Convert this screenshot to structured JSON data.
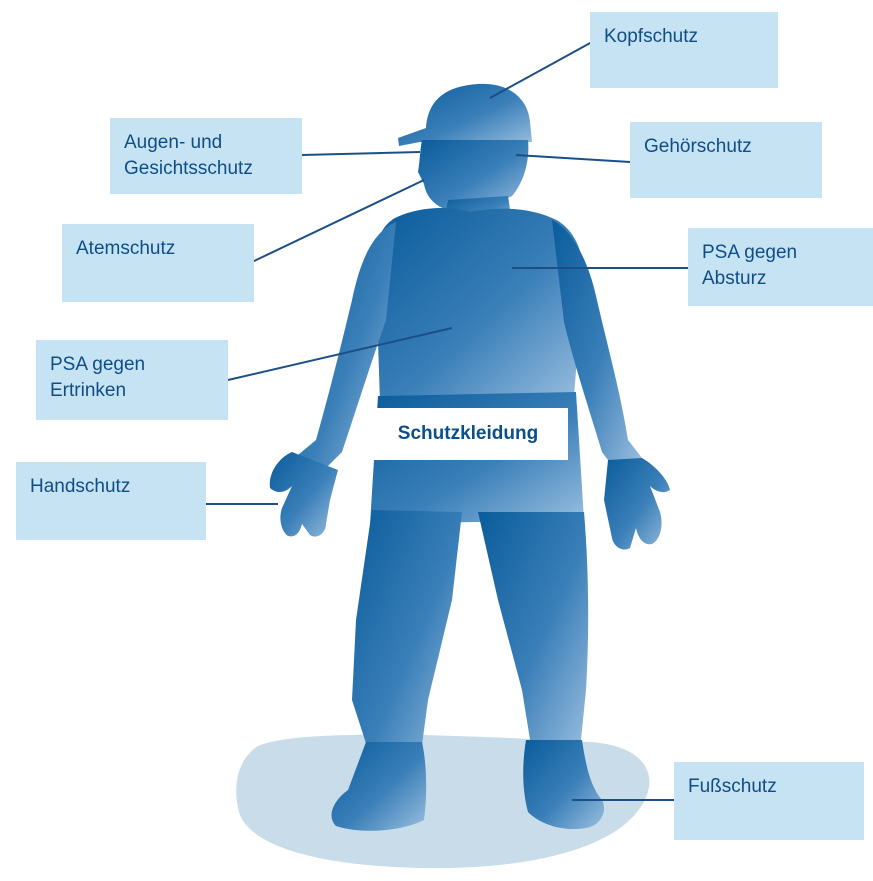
{
  "labels": {
    "head": "Kopfschutz",
    "eye_face": "Augen- und\nGesichtsschutz",
    "hearing": "Gehörschutz",
    "respiratory": "Atemschutz",
    "fall": "PSA gegen\nAbsturz",
    "drowning": "PSA gegen\nErtrinken",
    "clothing": "Schutzkleidung",
    "hand": "Handschutz",
    "foot": "Fußschutz"
  },
  "colors": {
    "figure_dark": "#0a5c9c",
    "figure_light": "#9bbfdf",
    "shadow": "#c9dce9",
    "label_bg": "#c6e3f4",
    "label_text": "#0f4d86",
    "leader_line": "#1b4f86"
  }
}
